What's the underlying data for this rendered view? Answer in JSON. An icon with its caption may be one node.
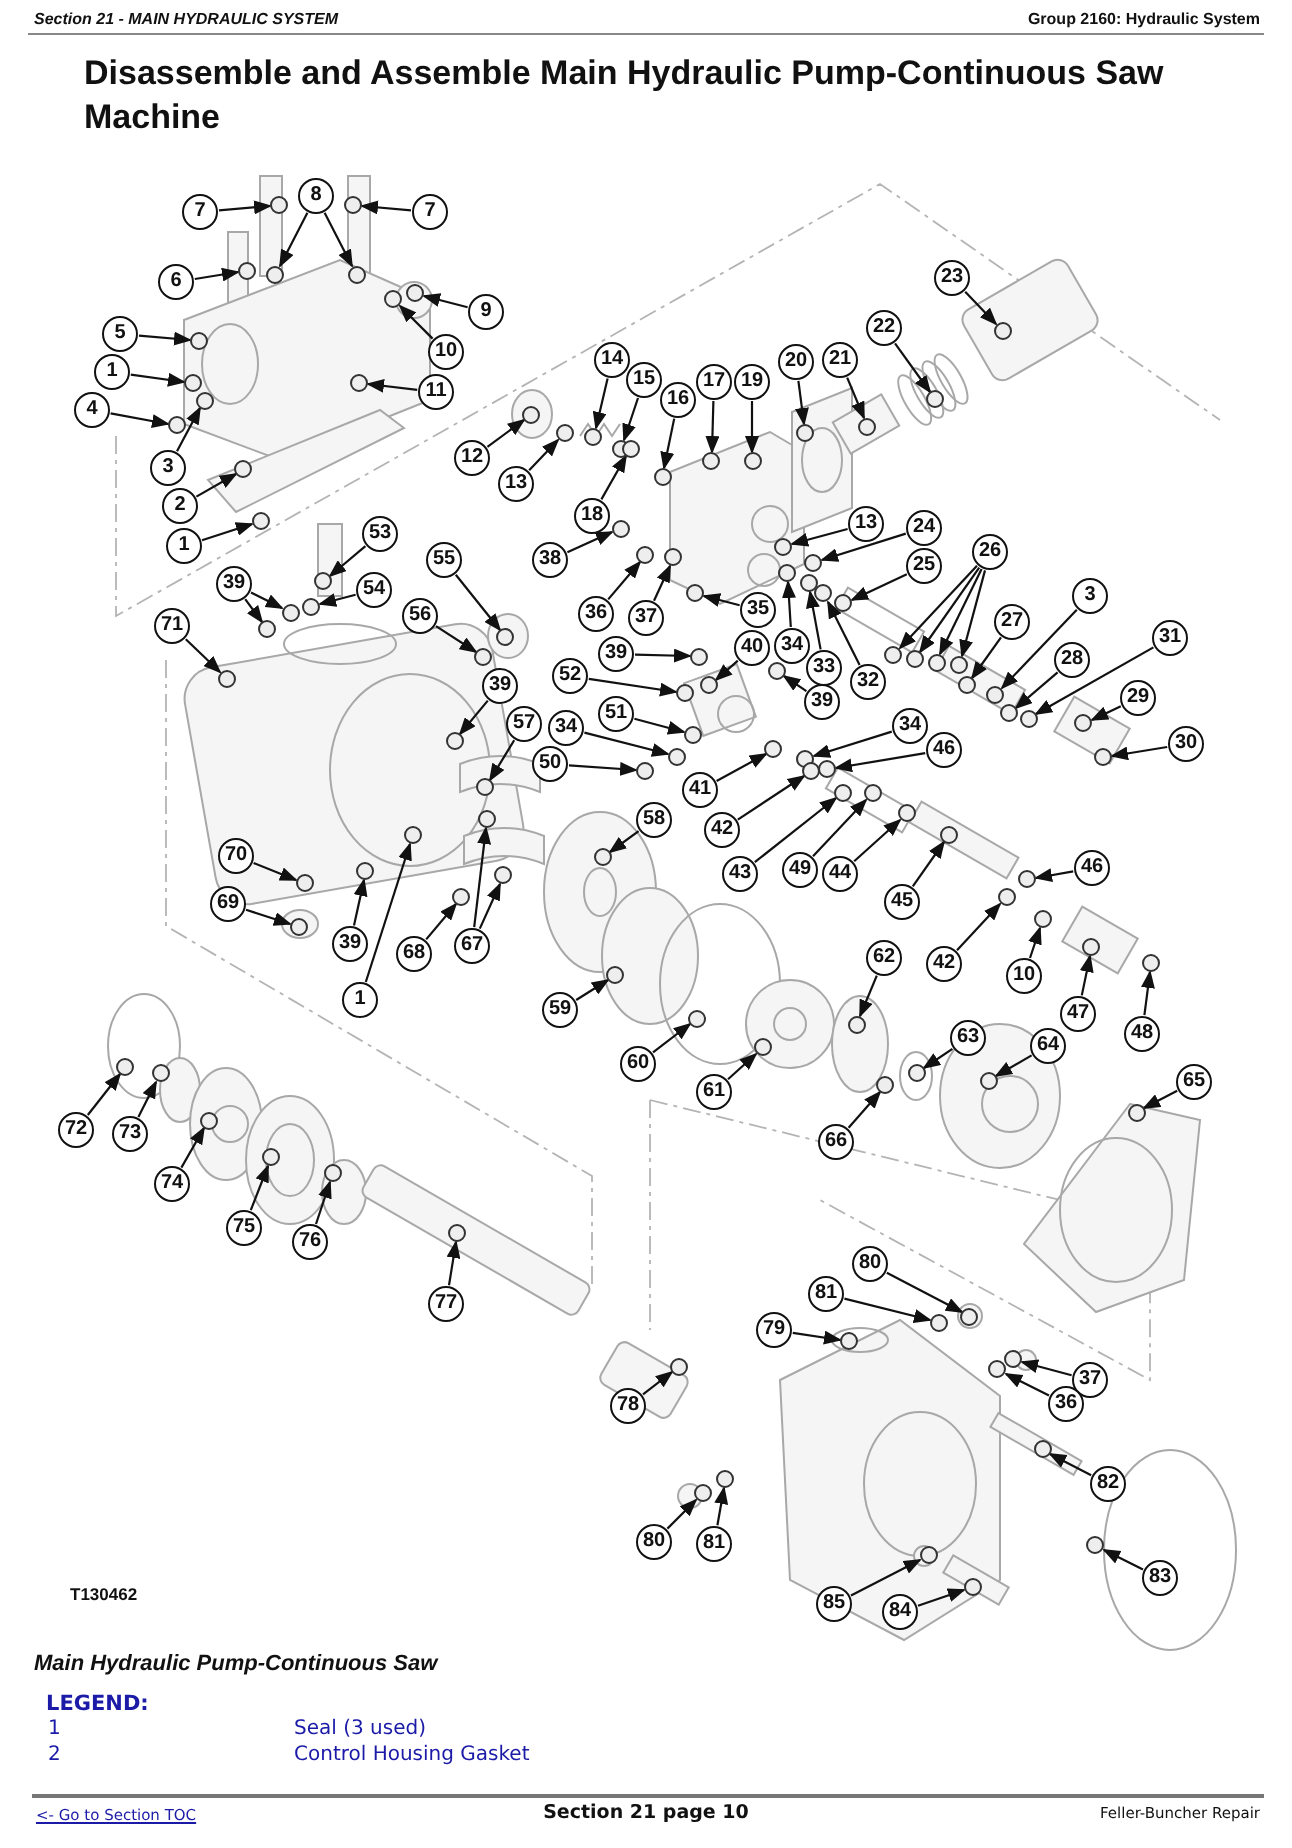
{
  "diagram": {
    "title": "Disassemble and Assemble Main Hydraulic Pump-Continuous Saw Machine",
    "caption": "Main Hydraulic Pump-Continuous Saw",
    "nodes": [
      {
        "text": [
          "7"
        ]
      },
      {
        "text": [
          "8"
        ]
      },
      {
        "text": [
          "7"
        ]
      },
      {
        "text": [
          "6"
        ]
      },
      {
        "text": [
          "9"
        ]
      },
      {
        "text": [
          "5"
        ]
      },
      {
        "text": [
          "10"
        ]
      },
      {
        "text": [
          "1"
        ]
      },
      {
        "text": [
          "11"
        ]
      },
      {
        "text": [
          "4"
        ]
      },
      {
        "text": [
          "3"
        ]
      },
      {
        "text": [
          "12"
        ]
      },
      {
        "text": [
          "13"
        ]
      },
      {
        "text": [
          "2"
        ]
      },
      {
        "text": [
          "1"
        ]
      },
      {
        "text": [
          "14"
        ]
      },
      {
        "text": [
          "15"
        ]
      },
      {
        "text": [
          "16"
        ]
      },
      {
        "text": [
          "17"
        ]
      },
      {
        "text": [
          "19"
        ]
      },
      {
        "text": [
          "20"
        ]
      },
      {
        "text": [
          "21"
        ]
      },
      {
        "text": [
          "22"
        ]
      },
      {
        "text": [
          "23"
        ]
      },
      {
        "text": [
          "18"
        ]
      },
      {
        "text": [
          "38"
        ]
      },
      {
        "text": [
          "13"
        ]
      },
      {
        "text": [
          "24"
        ]
      },
      {
        "text": [
          "53"
        ]
      },
      {
        "text": [
          "26"
        ]
      },
      {
        "text": [
          "25"
        ]
      },
      {
        "text": [
          "39"
        ]
      },
      {
        "text": [
          "54"
        ]
      },
      {
        "text": [
          "55"
        ]
      },
      {
        "text": [
          "3"
        ]
      },
      {
        "text": [
          "36"
        ]
      },
      {
        "text": [
          "37"
        ]
      },
      {
        "text": [
          "35"
        ]
      },
      {
        "text": [
          "56"
        ]
      },
      {
        "text": [
          "27"
        ]
      },
      {
        "text": [
          "71"
        ]
      },
      {
        "text": [
          "31"
        ]
      },
      {
        "text": [
          "34"
        ]
      },
      {
        "text": [
          "40"
        ]
      },
      {
        "text": [
          "39"
        ]
      },
      {
        "text": [
          "28"
        ]
      },
      {
        "text": [
          "33"
        ]
      },
      {
        "text": [
          "52"
        ]
      },
      {
        "text": [
          "32"
        ]
      },
      {
        "text": [
          "39"
        ]
      },
      {
        "text": [
          "29"
        ]
      },
      {
        "text": [
          "39"
        ]
      },
      {
        "text": [
          "51"
        ]
      },
      {
        "text": [
          "57"
        ]
      },
      {
        "text": [
          "34"
        ]
      },
      {
        "text": [
          "34"
        ]
      },
      {
        "text": [
          "30"
        ]
      },
      {
        "text": [
          "46"
        ]
      },
      {
        "text": [
          "50"
        ]
      },
      {
        "text": [
          "41"
        ]
      },
      {
        "text": [
          "58"
        ]
      },
      {
        "text": [
          "42"
        ]
      },
      {
        "text": [
          "70"
        ]
      },
      {
        "text": [
          "46"
        ]
      },
      {
        "text": [
          "43"
        ]
      },
      {
        "text": [
          "49"
        ]
      },
      {
        "text": [
          "44"
        ]
      },
      {
        "text": [
          "45"
        ]
      },
      {
        "text": [
          "69"
        ]
      },
      {
        "text": [
          "39"
        ]
      },
      {
        "text": [
          "67"
        ]
      },
      {
        "text": [
          "68"
        ]
      },
      {
        "text": [
          "62"
        ]
      },
      {
        "text": [
          "42"
        ]
      },
      {
        "text": [
          "10"
        ]
      },
      {
        "text": [
          "1"
        ]
      },
      {
        "text": [
          "59"
        ]
      },
      {
        "text": [
          "47"
        ]
      },
      {
        "text": [
          "48"
        ]
      },
      {
        "text": [
          "63"
        ]
      },
      {
        "text": [
          "64"
        ]
      },
      {
        "text": [
          "60"
        ]
      },
      {
        "text": [
          "65"
        ]
      },
      {
        "text": [
          "61"
        ]
      },
      {
        "text": [
          "72"
        ]
      },
      {
        "text": [
          "73"
        ]
      },
      {
        "text": [
          "66"
        ]
      },
      {
        "text": [
          "74"
        ]
      },
      {
        "text": [
          "75"
        ]
      },
      {
        "text": [
          "76"
        ]
      },
      {
        "text": [
          "80"
        ]
      },
      {
        "text": [
          "81"
        ]
      },
      {
        "text": [
          "77"
        ]
      },
      {
        "text": [
          "79"
        ]
      },
      {
        "text": [
          "37"
        ]
      },
      {
        "text": [
          "36"
        ]
      },
      {
        "text": [
          "78"
        ]
      },
      {
        "text": [
          "82"
        ]
      },
      {
        "text": [
          "80"
        ]
      },
      {
        "text": [
          "81"
        ]
      },
      {
        "text": [
          "83"
        ]
      },
      {
        "text": [
          "85"
        ]
      },
      {
        "text": [
          "84"
        ]
      },
      {
        "text": [],
        "shape": "circle"
      },
      {
        "text": [],
        "shape": "circle"
      },
      {
        "text": [],
        "shape": "circle"
      },
      {
        "text": [],
        "shape": "circle"
      },
      {
        "text": [],
        "shape": "circle"
      },
      {
        "text": [],
        "shape": "circle"
      },
      {
        "text": [],
        "shape": "circle"
      },
      {
        "text": [],
        "shape": "circle"
      },
      {
        "text": [],
        "shape": "circle"
      },
      {
        "text": [],
        "shape": "circle"
      },
      {
        "text": [],
        "shape": "circle"
      },
      {
        "text": [],
        "shape": "circle"
      },
      {
        "text": [],
        "shape": "circle"
      },
      {
        "text": [],
        "shape": "circle"
      },
      {
        "text": [],
        "shape": "circle"
      },
      {
        "text": [],
        "shape": "circle"
      },
      {
        "text": [],
        "shape": "circle"
      },
      {
        "text": [],
        "shape": "circle"
      },
      {
        "text": [],
        "shape": "circle"
      },
      {
        "text": [],
        "shape": "circle"
      },
      {
        "text": [],
        "shape": "circle"
      },
      {
        "text": [],
        "shape": "circle"
      },
      {
        "text": [],
        "shape": "circle"
      },
      {
        "text": [],
        "shape": "circle"
      },
      {
        "text": [],
        "shape": "circle"
      },
      {
        "text": [],
        "shape": "circle"
      },
      {
        "text": [],
        "shape": "circle"
      },
      {
        "text": [],
        "shape": "circle"
      },
      {
        "text": [],
        "shape": "circle"
      },
      {
        "text": [],
        "shape": "circle"
      },
      {
        "text": [],
        "shape": "circle"
      },
      {
        "text": [],
        "shape": "circle"
      },
      {
        "text": [],
        "shape": "circle"
      },
      {
        "text": [],
        "shape": "circle"
      },
      {
        "text": [],
        "shape": "circle"
      },
      {
        "text": [],
        "shape": "circle"
      },
      {
        "text": [],
        "shape": "circle"
      },
      {
        "text": [],
        "shape": "circle"
      },
      {
        "text": [],
        "shape": "circle"
      },
      {
        "text": [],
        "shape": "circle"
      },
      {
        "text": [],
        "shape": "circle"
      },
      {
        "text": [],
        "shape": "circle"
      },
      {
        "text": [],
        "shape": "circle"
      },
      {
        "text": [],
        "shape": "circle"
      },
      {
        "text": [],
        "shape": "circle"
      },
      {
        "text": [],
        "shape": "circle"
      },
      {
        "text": [],
        "shape": "circle"
      },
      {
        "text": [],
        "shape": "circle"
      },
      {
        "text": [],
        "shape": "circle"
      },
      {
        "text": [],
        "shape": "circle"
      },
      {
        "text": [],
        "shape": "circle"
      },
      {
        "text": [],
        "shape": "circle"
      },
      {
        "text": [],
        "shape": "circle"
      },
      {
        "text": [],
        "shape": "circle"
      },
      {
        "text": [],
        "shape": "circle"
      },
      {
        "text": [],
        "shape": "circle"
      },
      {
        "text": [],
        "shape": "circle"
      },
      {
        "text": [],
        "shape": "circle"
      },
      {
        "text": [],
        "shape": "circle"
      },
      {
        "text": [],
        "shape": "circle"
      },
      {
        "text": [],
        "shape": "circle"
      },
      {
        "text": [],
        "shape": "circle"
      },
      {
        "text": [],
        "shape": "circle"
      },
      {
        "text": [],
        "shape": "circle"
      },
      {
        "text": [],
        "shape": "circle"
      },
      {
        "text": [],
        "shape": "circle"
      },
      {
        "text": [],
        "shape": "circle"
      },
      {
        "text": [],
        "shape": "circle"
      },
      {
        "text": [],
        "shape": "circle"
      },
      {
        "text": [],
        "shape": "circle"
      },
      {
        "text": [],
        "shape": "circle"
      },
      {
        "text": [],
        "shape": "circle"
      },
      {
        "text": [],
        "shape": "circle"
      },
      {
        "text": [],
        "shape": "circle"
      },
      {
        "text": [],
        "shape": "circle"
      },
      {
        "text": [],
        "shape": "circle"
      },
      {
        "text": [],
        "shape": "circle"
      },
      {
        "text": [],
        "shape": "circle"
      },
      {
        "text": [],
        "shape": "circle"
      },
      {
        "text": [],
        "shape": "circle"
      },
      {
        "text": [],
        "shape": "circle"
      },
      {
        "text": [],
        "shape": "circle"
      },
      {
        "text": [],
        "shape": "circle"
      },
      {
        "text": [],
        "shape": "circle"
      },
      {
        "text": [],
        "shape": "circle"
      },
      {
        "text": [],
        "shape": "circle"
      },
      {
        "text": [],
        "shape": "circle"
      },
      {
        "text": [],
        "shape": "circle"
      },
      {
        "text": [],
        "shape": "circle"
      },
      {
        "text": [],
        "shape": "circle"
      },
      {
        "text": [],
        "shape": "circle"
      },
      {
        "text": [],
        "shape": "circle"
      },
      {
        "text": [],
        "shape": "circle"
      },
      {
        "text": [],
        "shape": "circle"
      },
      {
        "text": [],
        "shape": "circle"
      },
      {
        "text": [],
        "shape": "circle"
      },
      {
        "text": [],
        "shape": "circle"
      },
      {
        "text": [],
        "shape": "circle"
      },
      {
        "text": [],
        "shape": "circle"
      },
      {
        "text": [],
        "shape": "circle"
      },
      {
        "text": [],
        "shape": "circle"
      },
      {
        "text": [],
        "shape": "circle"
      },
      {
        "text": [],
        "shape": "circle"
      },
      {
        "text": [],
        "shape": "circle"
      },
      {
        "text": [],
        "shape": "circle"
      },
      {
        "text": [],
        "shape": "circle"
      },
      {
        "text": [],
        "shape": "circle"
      },
      {
        "text": [],
        "shape": "circle"
      },
      {
        "text": [],
        "shape": "circle"
      }
    ],
    "edges": [
      {
        "from": 0,
        "to": 103,
        "arrow": "to"
      },
      {
        "from": 1,
        "to": 104,
        "arrow": "to"
      },
      {
        "from": 1,
        "to": 105,
        "arrow": "to"
      },
      {
        "from": 2,
        "to": 106,
        "arrow": "to"
      },
      {
        "from": 3,
        "to": 107,
        "arrow": "to"
      },
      {
        "from": 4,
        "to": 108,
        "arrow": "to"
      },
      {
        "from": 5,
        "to": 109,
        "arrow": "to"
      },
      {
        "from": 6,
        "to": 110,
        "arrow": "to"
      },
      {
        "from": 7,
        "to": 111,
        "arrow": "to"
      },
      {
        "from": 8,
        "to": 112,
        "arrow": "to"
      },
      {
        "from": 9,
        "to": 113,
        "arrow": "to"
      },
      {
        "from": 10,
        "to": 114,
        "arrow": "to"
      },
      {
        "from": 11,
        "to": 115,
        "arrow": "to"
      },
      {
        "from": 12,
        "to": 116,
        "arrow": "to"
      },
      {
        "from": 13,
        "to": 117,
        "arrow": "to"
      },
      {
        "from": 14,
        "to": 118,
        "arrow": "to"
      },
      {
        "from": 15,
        "to": 119,
        "arrow": "to"
      },
      {
        "from": 16,
        "to": 120,
        "arrow": "to"
      },
      {
        "from": 17,
        "to": 121,
        "arrow": "to"
      },
      {
        "from": 18,
        "to": 122,
        "arrow": "to"
      },
      {
        "from": 19,
        "to": 123,
        "arrow": "to"
      },
      {
        "from": 20,
        "to": 124,
        "arrow": "to"
      },
      {
        "from": 21,
        "to": 125,
        "arrow": "to"
      },
      {
        "from": 22,
        "to": 126,
        "arrow": "to"
      },
      {
        "from": 23,
        "to": 127,
        "arrow": "to"
      },
      {
        "from": 24,
        "to": 128,
        "arrow": "to"
      },
      {
        "from": 25,
        "to": 129,
        "arrow": "to"
      },
      {
        "from": 26,
        "to": 130,
        "arrow": "to"
      },
      {
        "from": 27,
        "to": 131,
        "arrow": "to"
      },
      {
        "from": 28,
        "to": 132,
        "arrow": "to"
      },
      {
        "from": 29,
        "to": 133,
        "arrow": "to"
      },
      {
        "from": 29,
        "to": 134,
        "arrow": "to"
      },
      {
        "from": 29,
        "to": 135,
        "arrow": "to"
      },
      {
        "from": 29,
        "to": 136,
        "arrow": "to"
      },
      {
        "from": 30,
        "to": 137,
        "arrow": "to"
      },
      {
        "from": 31,
        "to": 138,
        "arrow": "to"
      },
      {
        "from": 31,
        "to": 139,
        "arrow": "to"
      },
      {
        "from": 32,
        "to": 140,
        "arrow": "to"
      },
      {
        "from": 33,
        "to": 141,
        "arrow": "to"
      },
      {
        "from": 34,
        "to": 142,
        "arrow": "to"
      },
      {
        "from": 35,
        "to": 143,
        "arrow": "to"
      },
      {
        "from": 36,
        "to": 144,
        "arrow": "to"
      },
      {
        "from": 37,
        "to": 145,
        "arrow": "to"
      },
      {
        "from": 38,
        "to": 146,
        "arrow": "to"
      },
      {
        "from": 39,
        "to": 147,
        "arrow": "to"
      },
      {
        "from": 40,
        "to": 148,
        "arrow": "to"
      },
      {
        "from": 41,
        "to": 149,
        "arrow": "to"
      },
      {
        "from": 42,
        "to": 150,
        "arrow": "to"
      },
      {
        "from": 43,
        "to": 151,
        "arrow": "to"
      },
      {
        "from": 44,
        "to": 152,
        "arrow": "to"
      },
      {
        "from": 45,
        "to": 153,
        "arrow": "to"
      },
      {
        "from": 46,
        "to": 154,
        "arrow": "to"
      },
      {
        "from": 47,
        "to": 155,
        "arrow": "to"
      },
      {
        "from": 48,
        "to": 156,
        "arrow": "to"
      },
      {
        "from": 49,
        "to": 157,
        "arrow": "to"
      },
      {
        "from": 50,
        "to": 158,
        "arrow": "to"
      },
      {
        "from": 51,
        "to": 159,
        "arrow": "to"
      },
      {
        "from": 52,
        "to": 160,
        "arrow": "to"
      },
      {
        "from": 53,
        "to": 161,
        "arrow": "to"
      },
      {
        "from": 54,
        "to": 162,
        "arrow": "to"
      },
      {
        "from": 55,
        "to": 163,
        "arrow": "to"
      },
      {
        "from": 56,
        "to": 164,
        "arrow": "to"
      },
      {
        "from": 57,
        "to": 165,
        "arrow": "to"
      },
      {
        "from": 58,
        "to": 166,
        "arrow": "to"
      },
      {
        "from": 59,
        "to": 167,
        "arrow": "to"
      },
      {
        "from": 60,
        "to": 168,
        "arrow": "to"
      },
      {
        "from": 61,
        "to": 169,
        "arrow": "to"
      },
      {
        "from": 62,
        "to": 170,
        "arrow": "to"
      },
      {
        "from": 63,
        "to": 171,
        "arrow": "to"
      },
      {
        "from": 64,
        "to": 172,
        "arrow": "to"
      },
      {
        "from": 65,
        "to": 173,
        "arrow": "to"
      },
      {
        "from": 66,
        "to": 174,
        "arrow": "to"
      },
      {
        "from": 67,
        "to": 175,
        "arrow": "to"
      },
      {
        "from": 68,
        "to": 176,
        "arrow": "to"
      },
      {
        "from": 69,
        "to": 177,
        "arrow": "to"
      },
      {
        "from": 70,
        "to": 178,
        "arrow": "to"
      },
      {
        "from": 70,
        "to": 179,
        "arrow": "to"
      },
      {
        "from": 71,
        "to": 180,
        "arrow": "to"
      },
      {
        "from": 72,
        "to": 181,
        "arrow": "to"
      },
      {
        "from": 73,
        "to": 182,
        "arrow": "to"
      },
      {
        "from": 74,
        "to": 183,
        "arrow": "to"
      },
      {
        "from": 75,
        "to": 184,
        "arrow": "to"
      },
      {
        "from": 76,
        "to": 185,
        "arrow": "to"
      },
      {
        "from": 77,
        "to": 186,
        "arrow": "to"
      },
      {
        "from": 78,
        "to": 187,
        "arrow": "to"
      },
      {
        "from": 79,
        "to": 188,
        "arrow": "to"
      },
      {
        "from": 80,
        "to": 189,
        "arrow": "to"
      },
      {
        "from": 81,
        "to": 190,
        "arrow": "to"
      },
      {
        "from": 82,
        "to": 191,
        "arrow": "to"
      },
      {
        "from": 83,
        "to": 192,
        "arrow": "to"
      },
      {
        "from": 84,
        "to": 193,
        "arrow": "to"
      },
      {
        "from": 85,
        "to": 194,
        "arrow": "to"
      },
      {
        "from": 86,
        "to": 195,
        "arrow": "to"
      },
      {
        "from": 87,
        "to": 196,
        "arrow": "to"
      },
      {
        "from": 88,
        "to": 197,
        "arrow": "to"
      },
      {
        "from": 89,
        "to": 198,
        "arrow": "to"
      },
      {
        "from": 90,
        "to": 199,
        "arrow": "to"
      },
      {
        "from": 91,
        "to": 200,
        "arrow": "to"
      },
      {
        "from": 92,
        "to": 201,
        "arrow": "to"
      },
      {
        "from": 93,
        "to": 202,
        "arrow": "to"
      },
      {
        "from": 94,
        "to": 203,
        "arrow": "to"
      },
      {
        "from": 95,
        "to": 204,
        "arrow": "to"
      },
      {
        "from": 96,
        "to": 205,
        "arrow": "to"
      },
      {
        "from": 97,
        "to": 206,
        "arrow": "to"
      },
      {
        "from": 98,
        "to": 207,
        "arrow": "to"
      },
      {
        "from": 99,
        "to": 208,
        "arrow": "to"
      },
      {
        "from": 100,
        "to": 209,
        "arrow": "to"
      },
      {
        "from": 101,
        "to": 210,
        "arrow": "to"
      },
      {
        "from": 102,
        "to": 211,
        "arrow": "to"
      }
    ],
    "labels": [
      "Section 21 - MAIN HYDRAULIC SYSTEM",
      "Group 2160: Hydraulic System",
      "T130462",
      "LEGEND:",
      "1",
      "Seal (3 used)",
      "2",
      "Control Housing Gasket",
      "<- Go to Section TOC",
      "Section 21 page 10",
      "Feller-Buncher Repair"
    ]
  }
}
